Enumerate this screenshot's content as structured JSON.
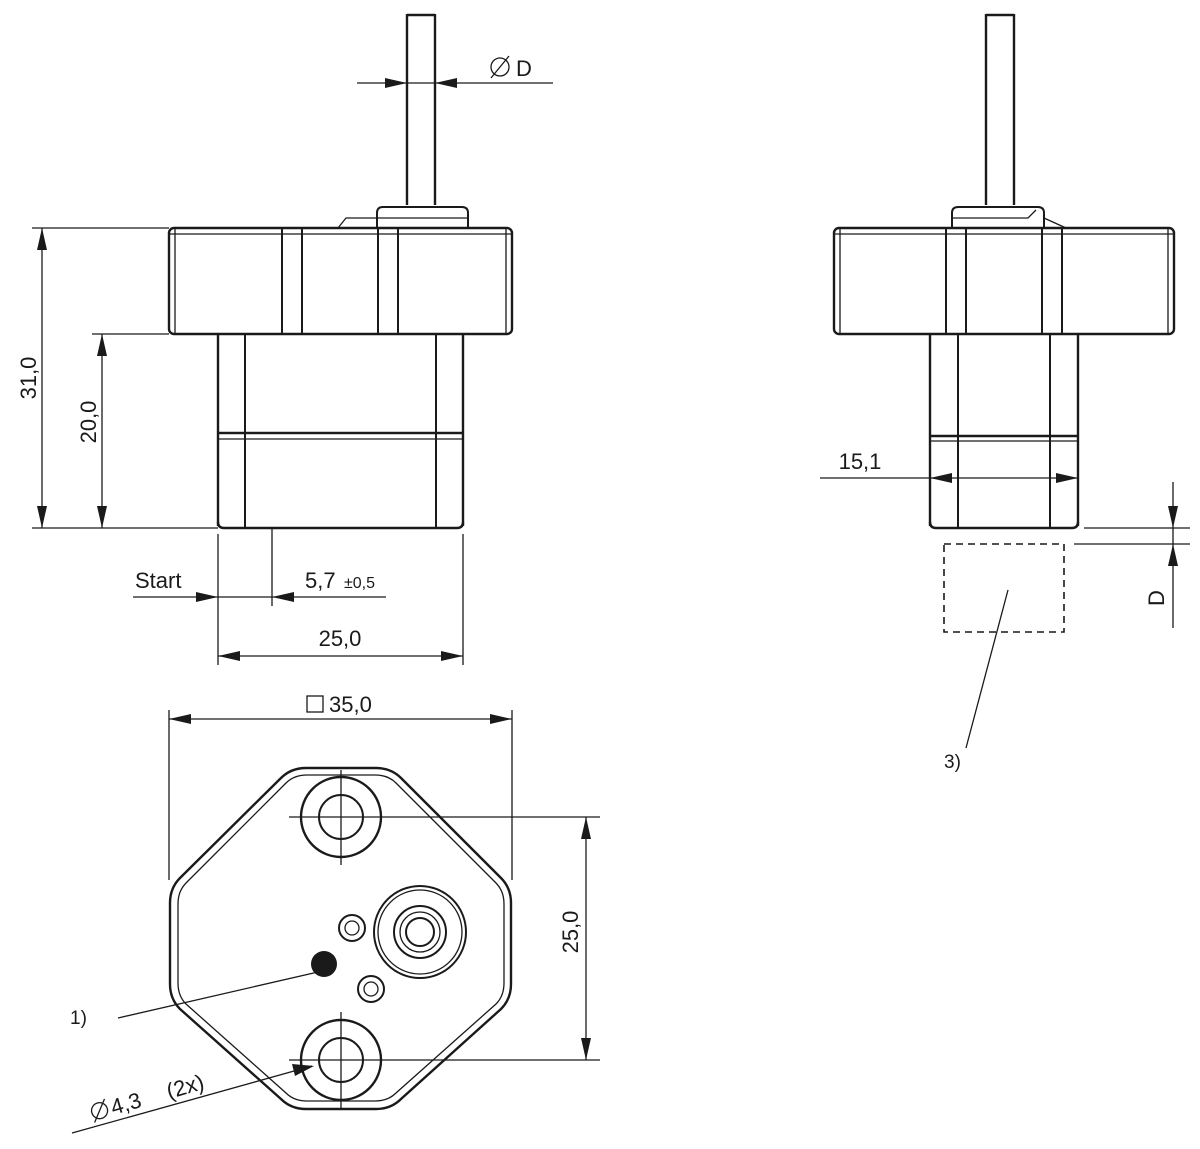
{
  "dimensions": {
    "shaft_diameter": "D",
    "diameter_symbol": "⌀",
    "total_height": "31,0",
    "body_height": "20,0",
    "start_label": "Start",
    "start_offset_value": "5,7",
    "start_offset_tolerance": "±0,5",
    "body_width": "25,0",
    "flange_square": "35,0",
    "square_symbol": "□",
    "hole_spacing": "25,0",
    "hole_diameter": "4,3",
    "hole_count": "(2x)",
    "side_width": "15,1",
    "side_clearance": "D"
  },
  "notes": {
    "note_1": "1)",
    "note_3": "3)"
  },
  "colors": {
    "line": "#1a1a1a",
    "background": "#ffffff"
  }
}
